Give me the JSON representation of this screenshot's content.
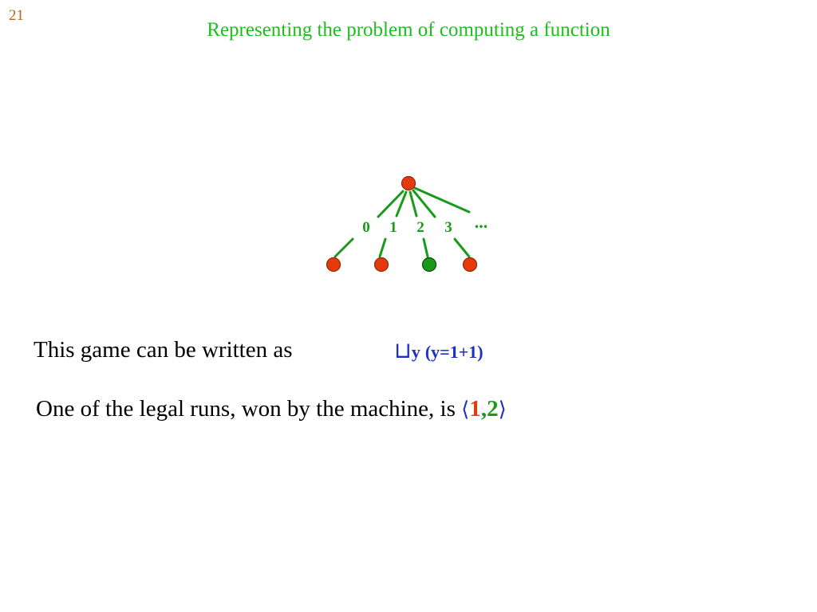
{
  "slide": {
    "number": "21",
    "title": "Representing the problem of computing a function"
  },
  "tree": {
    "labels": [
      "0",
      "1",
      "2",
      "3"
    ],
    "ellipsis": "...",
    "colors": {
      "edge": "#1a9a1a",
      "machine_node": "#e43a0c",
      "win_node": "#1a9a1a",
      "node_stroke": "#8a2a0a"
    },
    "leaf_states": [
      "red",
      "red",
      "green",
      "red"
    ]
  },
  "text": {
    "line1": "This game can be written as",
    "formula_symbol": "⊔",
    "formula_var": "y",
    "formula_condition": "(y=1+1)",
    "line2_prefix": "One of the legal runs, won by the machine, is",
    "run_open": "⟨",
    "run_first": "1",
    "run_separator": ",",
    "run_second": "2",
    "run_close": "⟩"
  }
}
